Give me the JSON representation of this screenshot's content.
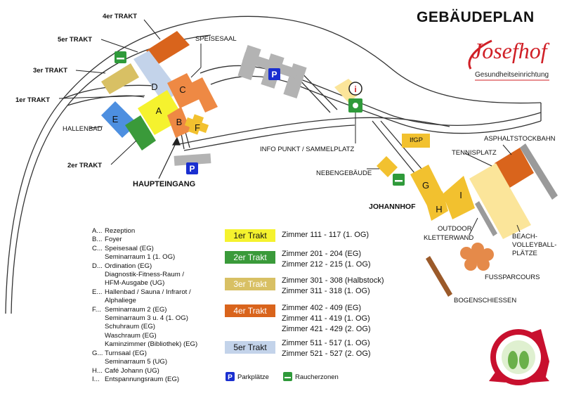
{
  "title": "GEBÄUDEPLAN",
  "logo": {
    "name": "Josefhof",
    "subtitle": "Gesundheitseinrichtung"
  },
  "map_labels": {
    "trakt4": "4er TRAKT",
    "trakt5": "5er TRAKT",
    "trakt3": "3er TRAKT",
    "trakt1": "1er TRAKT",
    "trakt2": "2er TRAKT",
    "speisesaal": "SPEISESAAL",
    "hallenbad": "HALLENBAD",
    "haupteingang": "HAUPTEINGANG",
    "info_punkt": "INFO PUNKT / SAMMELPLATZ",
    "nebengebaeude": "NEBENGEBÄUDE",
    "johannhof": "JOHANNHOF",
    "ifgp": "IfGP",
    "asphaltstockbahn": "ASPHALTSTOCKBAHN",
    "tennisplatz": "TENNISPLATZ",
    "outdoor": "OUTDOOR",
    "kletterwand": "KLETTERWAND",
    "beach1": "BEACH-",
    "beach2": "VOLLEYBALL-",
    "beach3": "PLÄTZE",
    "fussparcours": "FUSSPARCOURS",
    "bogenschiessen": "BOGENSCHIESSEN"
  },
  "building_letters": {
    "a": "A",
    "b": "B",
    "c": "C",
    "d": "D",
    "e": "E",
    "f": "F",
    "g": "G",
    "h": "H",
    "i": "I"
  },
  "parking_symbol": "P",
  "legend_letters": [
    {
      "key": "A...",
      "lines": [
        "Rezeption"
      ]
    },
    {
      "key": "B...",
      "lines": [
        "Foyer"
      ]
    },
    {
      "key": "C...",
      "lines": [
        "Speisesaal (EG)",
        "Seminarraum 1 (1. OG)"
      ]
    },
    {
      "key": "D...",
      "lines": [
        "Ordination (EG)",
        "Diagnostik-Fitness-Raum /",
        "HFM-Ausgabe (UG)"
      ]
    },
    {
      "key": "E...",
      "lines": [
        "Hallenbad / Sauna / Infrarot /",
        "Alphaliege"
      ]
    },
    {
      "key": "F...",
      "lines": [
        "Seminarraum 2 (EG)",
        "Seminarraum 3 u. 4 (1. OG)",
        "Schuhraum (EG)",
        "Waschraum (EG)",
        "Kaminzimmer (Bibliothek) (EG)"
      ]
    },
    {
      "key": "G...",
      "lines": [
        "Turnsaal (EG)",
        "Seminarraum 5 (UG)"
      ]
    },
    {
      "key": "H...",
      "lines": [
        "Café Johann (UG)"
      ]
    },
    {
      "key": "I...",
      "lines": [
        "Entspannungsraum (EG)"
      ]
    }
  ],
  "trakte": [
    {
      "label": "1er Trakt",
      "color": "#f5f22e",
      "text_color": "#111111",
      "rooms": [
        "Zimmer 111 - 117 (1. OG)"
      ]
    },
    {
      "label": "2er Trakt",
      "color": "#3a9a3a",
      "text_color": "#ffffff",
      "rooms": [
        "Zimmer 201 - 204 (EG)",
        "Zimmer 212 - 215 (1. OG)"
      ]
    },
    {
      "label": "3er Trakt",
      "color": "#d8c064",
      "text_color": "#ffffff",
      "rooms": [
        "Zimmer 301 - 308 (Halbstock)",
        "Zimmer 311 - 318 (1. OG)"
      ]
    },
    {
      "label": "4er Trakt",
      "color": "#d9641c",
      "text_color": "#ffffff",
      "rooms": [
        "Zimmer 402 - 409 (EG)",
        "Zimmer 411 - 419 (1. OG)",
        "Zimmer 421 - 429 (2. OG)"
      ]
    },
    {
      "label": "5er Trakt",
      "color": "#c3d3ea",
      "text_color": "#111111",
      "rooms": [
        "Zimmer 511 - 517 (1. OG)",
        "Zimmer 521 - 527 (2. OG)"
      ]
    }
  ],
  "legend_symbols": {
    "parking": "Parkplätze",
    "smoking": "Raucherzonen"
  },
  "icons": [
    "parking-icon",
    "smoking-area-icon",
    "info-icon",
    "assembly-point-icon",
    "quality-seal-icon"
  ],
  "colors": {
    "road": "#333333",
    "parking": "#b3b3b3",
    "parking_sign": "#1a2fd0",
    "smoking": "#2f9a3a",
    "brand_red": "#d01f26"
  }
}
